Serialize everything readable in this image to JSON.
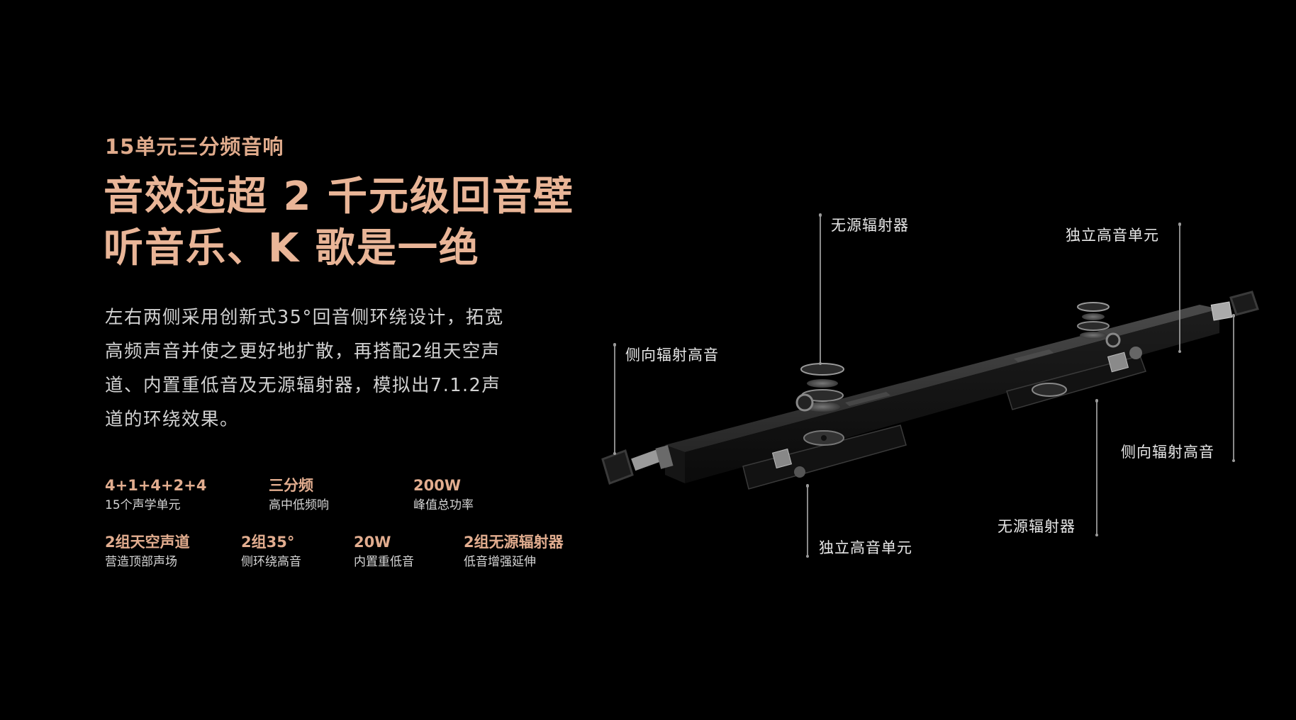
{
  "header": {
    "subtitle": "15单元三分频音响",
    "title_line1": "音效远超 2 千元级回音壁",
    "title_line2": "听音乐、K 歌是一绝"
  },
  "description": {
    "lines": [
      "左右两侧采用创新式35°回音侧环绕设计，拓宽",
      "高频声音并使之更好地扩散，再搭配2组天空声",
      "道、内置重低音及无源辐射器，模拟出7.1.2声",
      "道的环绕效果。"
    ]
  },
  "specs": {
    "row1": [
      {
        "value": "4+1+4+2+4",
        "label": "15个声学单元"
      },
      {
        "value": "三分频",
        "label": "高中低频响"
      },
      {
        "value": "200W",
        "label": "峰值总功率"
      }
    ],
    "row2": [
      {
        "value": "2组天空声道",
        "label": "营造顶部声场"
      },
      {
        "value": "2组35°",
        "label": "侧环绕高音"
      },
      {
        "value": "20W",
        "label": "内置重低音"
      },
      {
        "value": "2组无源辐射器",
        "label": "低音增强延伸"
      }
    ]
  },
  "callouts": {
    "passive_radiator_top": "无源辐射器",
    "independent_tweeter_top": "独立高音单元",
    "side_tweeter_left": "侧向辐射高音",
    "side_tweeter_right": "侧向辐射高音",
    "passive_radiator_bottom": "无源辐射器",
    "independent_tweeter_bottom": "独立高音单元"
  },
  "colors": {
    "background": "#000000",
    "accent": "#e9b597",
    "body_text": "#d2d2d2",
    "callout_line": "#8a8a8a"
  }
}
